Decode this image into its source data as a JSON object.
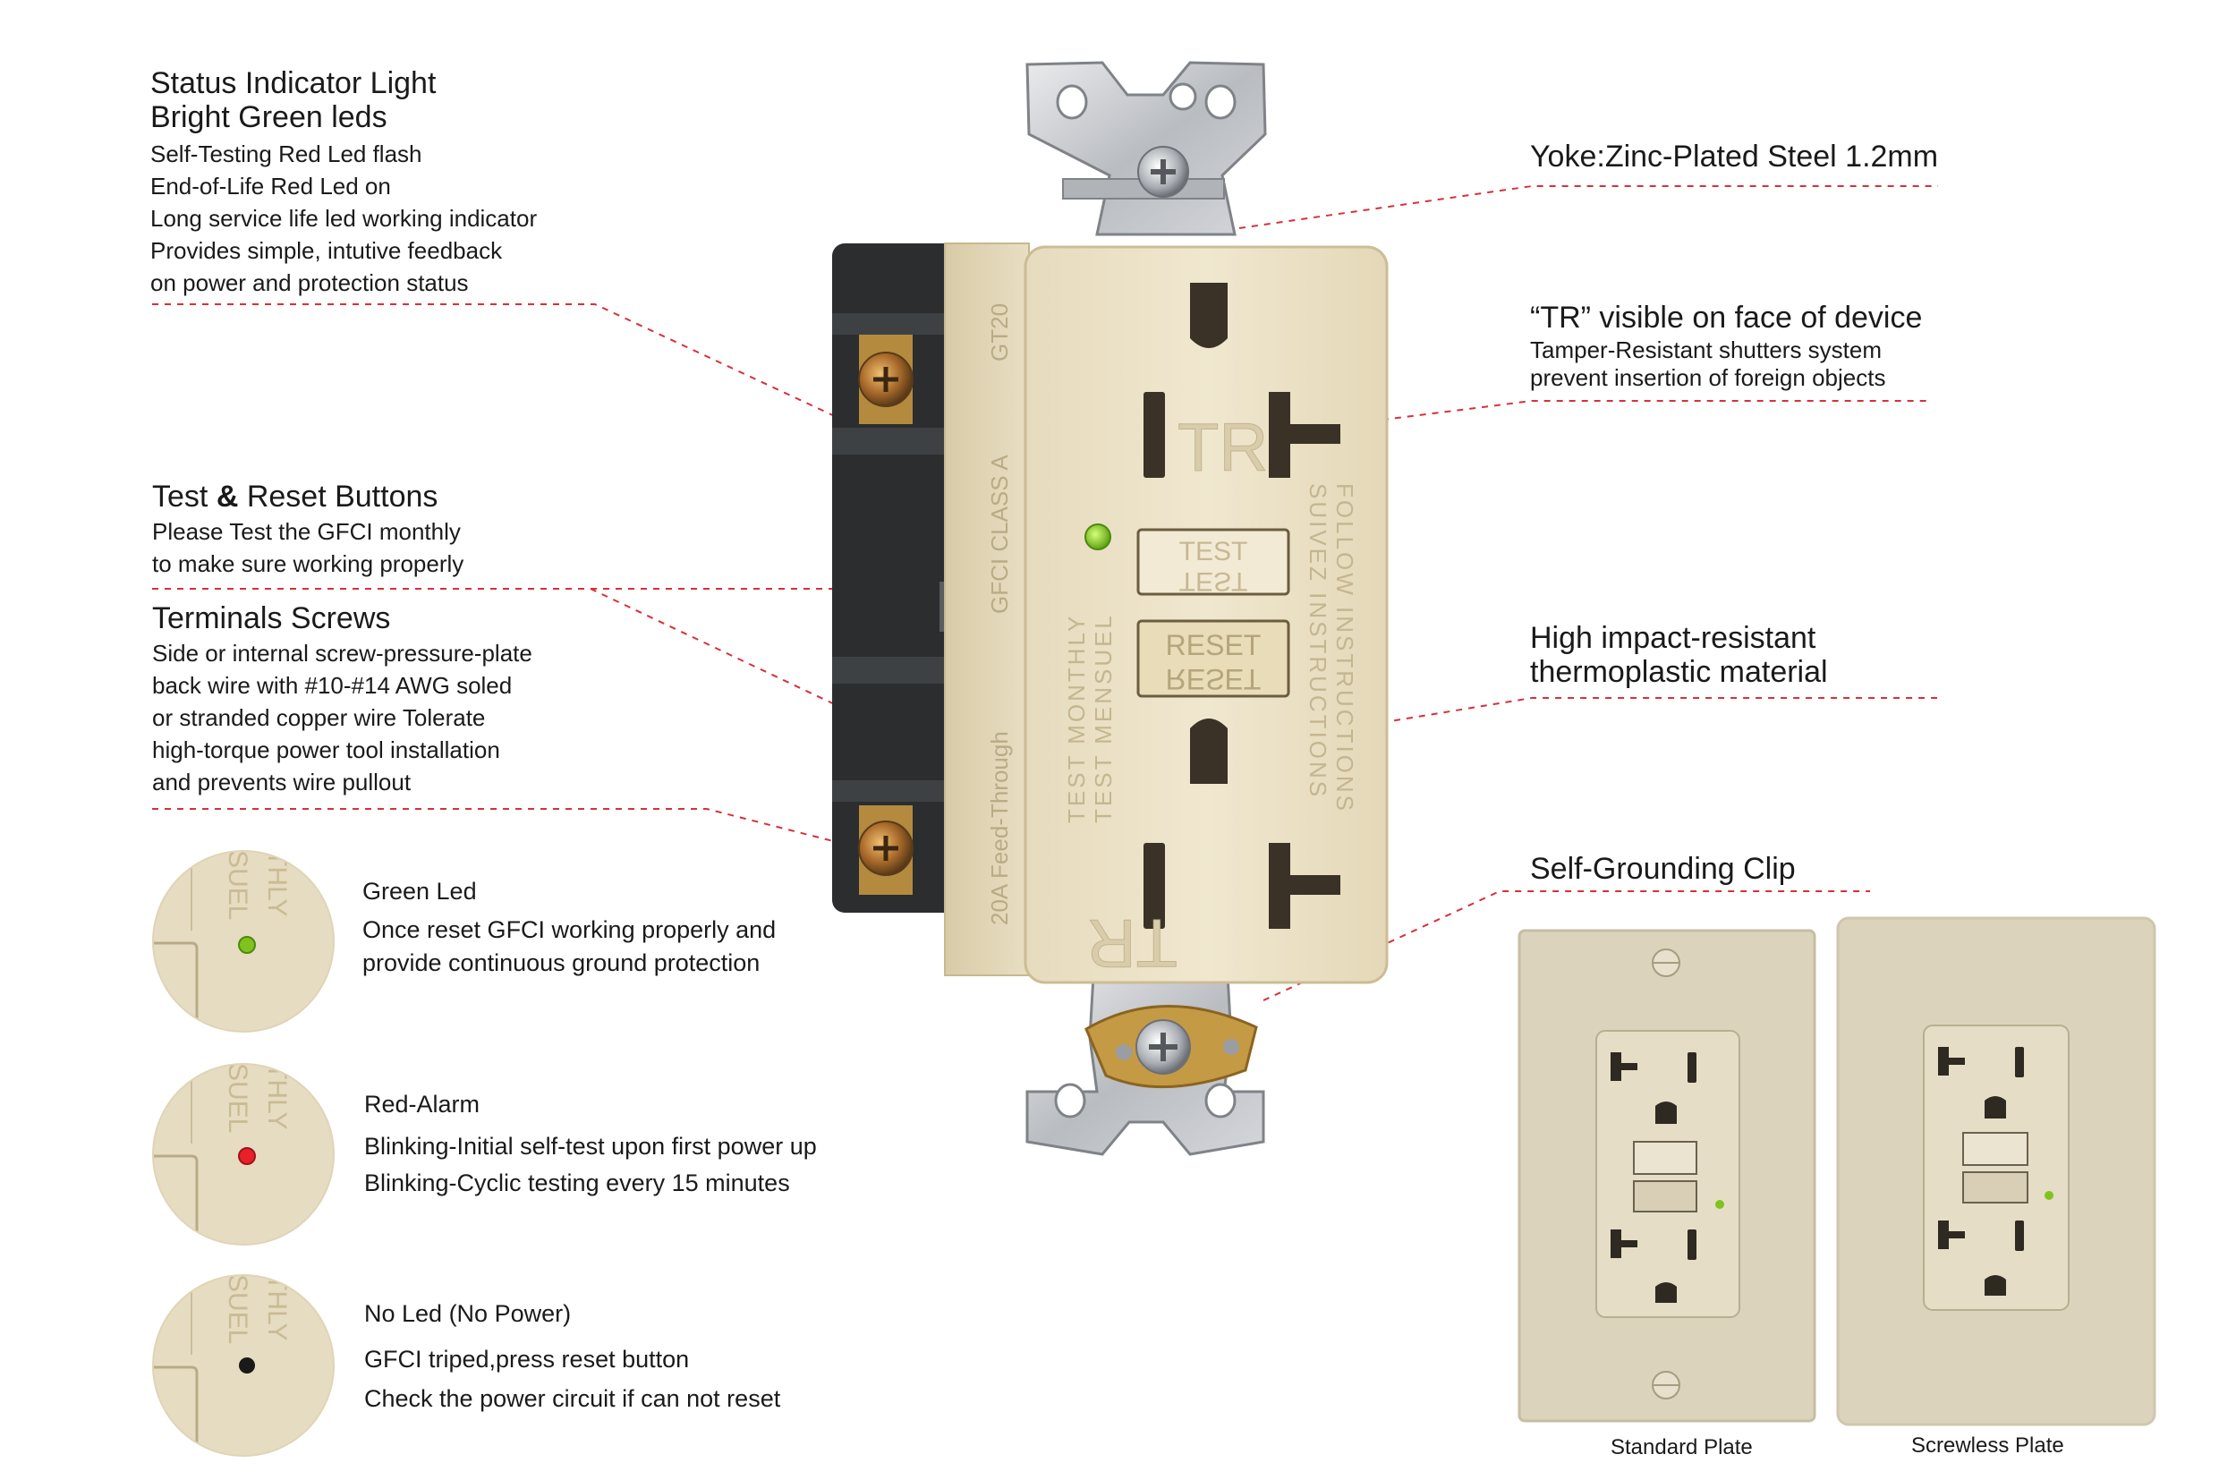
{
  "callouts": {
    "status": {
      "title_1": "Status Indicator Light",
      "title_2": "Bright Green leds",
      "lines": [
        "Self-Testing Red Led flash",
        "End-of-Life Red Led on",
        "Long service life led working indicator",
        "Provides simple, intutive feedback",
        "on power and protection status"
      ]
    },
    "test_reset": {
      "title_pre": "Test",
      "title_amp": "&",
      "title_post": "Reset Buttons",
      "lines": [
        "Please Test the GFCI monthly",
        "to make sure working properly"
      ]
    },
    "terminals": {
      "title": "Terminals Screws",
      "lines": [
        "Side or internal screw-pressure-plate",
        "back wire with #10-#14 AWG soled",
        "or stranded copper wire Tolerate",
        "high-torque power tool installation",
        "and prevents wire pullout"
      ]
    },
    "yoke": {
      "title": "Yoke:Zinc-Plated Steel 1.2mm"
    },
    "tr": {
      "title": "“TR” visible on face of device",
      "lines": [
        "Tamper-Resistant shutters system",
        "prevent insertion of foreign objects"
      ]
    },
    "material": {
      "lines": [
        "High impact-resistant",
        "thermoplastic material"
      ]
    },
    "clip": {
      "title": "Self-Grounding Clip"
    }
  },
  "led_states": [
    {
      "title": "Green Led",
      "lines": [
        "Once reset GFCI working properly and",
        "provide continuous ground protection"
      ],
      "color": "#7fc31c"
    },
    {
      "title": "Red-Alarm",
      "lines": [
        "Blinking-Initial self-test upon first power up",
        "Blinking-Cyclic testing every 15 minutes"
      ],
      "color": "#e8202a"
    },
    {
      "title": "No Led (No Power)",
      "lines": [
        "GFCI triped,press reset button",
        "Check the power circuit if can not reset"
      ],
      "color": "#1a1a1a"
    }
  ],
  "device": {
    "tr_mark": "TR",
    "test_label": "TEST",
    "reset_label": "RESET",
    "side_text_1": "GT20",
    "side_text_2": "GFCI CLASS A",
    "side_text_3": "20A Feed-Through",
    "face_text_1": "FOLLOW INSTRUCTIONS",
    "face_text_2": "SUIVEZ INSTRUCTIONS",
    "face_text_3": "TEST MONTHLY",
    "face_text_4": "TEST MENSUEL",
    "inset_text_1": "THLY",
    "inset_text_2": "SUEL"
  },
  "plates": {
    "standard_caption": "Standard Plate",
    "screwless_caption": "Screwless Plate"
  },
  "colors": {
    "body": "#ede3c9",
    "body_shade": "#dccfac",
    "leader": "#d7303a",
    "led_green": "#7fc31c"
  }
}
